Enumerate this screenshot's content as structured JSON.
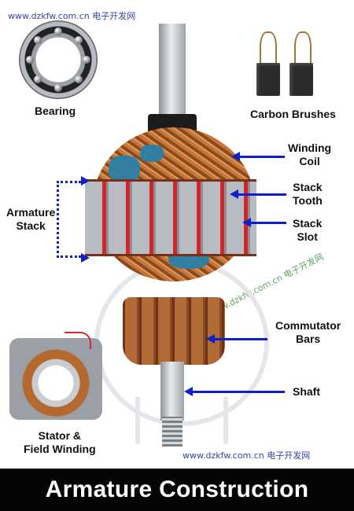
{
  "watermarks": {
    "top": "www.dzkfw.com.cn 电子开发网",
    "diagonal": "www.dzkfw.com.cn 电子开发网",
    "bottom": "www.dzkfw.com.cn 电子开发网"
  },
  "labels": {
    "bearing": "Bearing",
    "carbon_brushes": "Carbon Brushes",
    "winding_coil": [
      "Winding",
      "Coil"
    ],
    "stack_tooth": [
      "Stack",
      "Tooth"
    ],
    "stack_slot": [
      "Stack",
      "Slot"
    ],
    "armature_stack": [
      "Armature",
      "Stack"
    ],
    "commutator_bars": [
      "Commutator",
      "Bars"
    ],
    "shaft": "Shaft",
    "stator_field_winding": [
      "Stator &",
      "Field Winding"
    ]
  },
  "title": "Armature Construction",
  "colors": {
    "arrow": "#1020c8",
    "copper": "#c7763a",
    "slot_red": "#d1252b",
    "resin_blue": "#2a7fa8",
    "title_bar": "#050505"
  },
  "icons": [
    "bearing-image",
    "carbon-brush-image",
    "armature-image",
    "stator-image",
    "bulb-outline"
  ]
}
